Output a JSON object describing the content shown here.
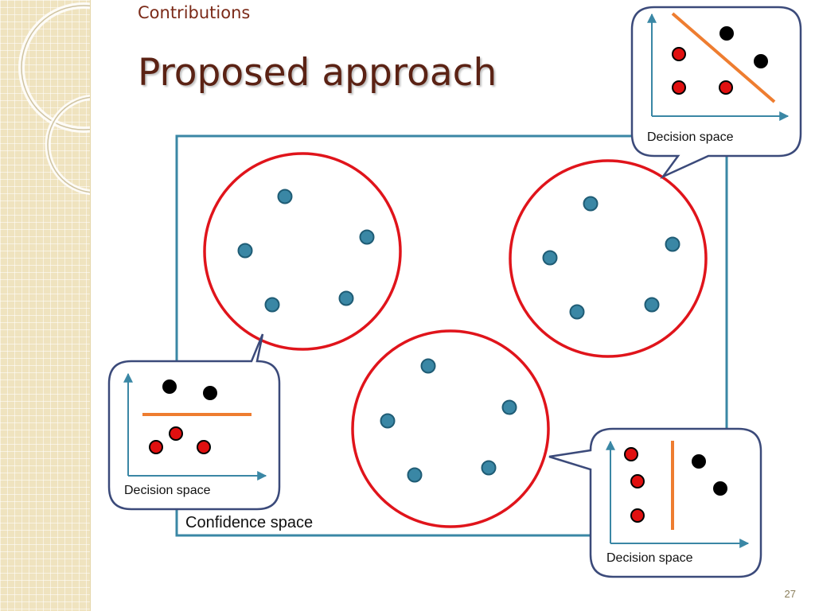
{
  "slide": {
    "subtitle": "Contributions",
    "title": "Proposed approach",
    "page_number": "27"
  },
  "diagram": {
    "confidence_space_label": "Confidence space",
    "cluster_count": 3,
    "callouts": [
      {
        "label": "Decision space",
        "separator": "diagonal",
        "red_points": 3,
        "black_points": 2
      },
      {
        "label": "Decision space",
        "separator": "horizontal",
        "red_points": 3,
        "black_points": 2
      },
      {
        "label": "Decision space",
        "separator": "vertical",
        "red_points": 3,
        "black_points": 2
      }
    ]
  },
  "colors": {
    "accent_teal": "#3a87a5",
    "cluster_ring": "#e0141b",
    "callout_border": "#3b4a7a",
    "separator": "#ee7d30",
    "point_red": "#e01010",
    "point_black": "#000000",
    "title_brown": "#5b2214"
  }
}
